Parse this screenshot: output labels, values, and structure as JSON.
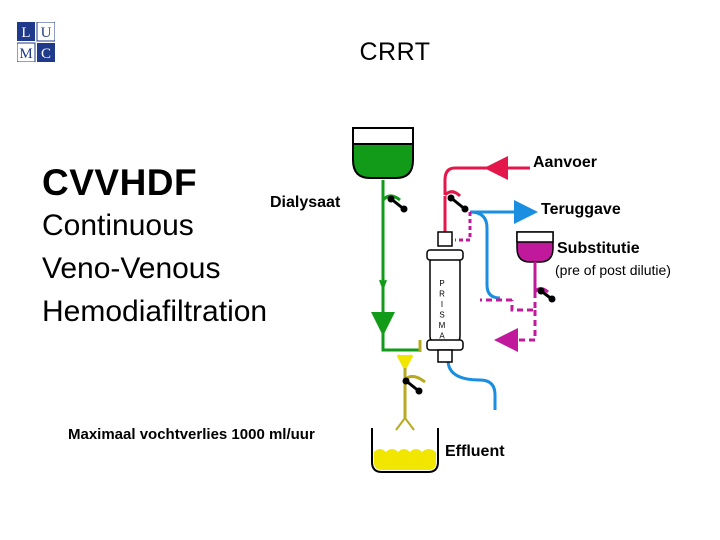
{
  "header": {
    "logo_text": "LUMC",
    "title": "CRRT"
  },
  "method": {
    "abbreviation": "CVVHDF",
    "full_name": [
      "Continuous",
      "Veno-Venous",
      "Hemodiafiltration"
    ]
  },
  "labels": {
    "dialysaat": "Dialysaat",
    "aanvoer": "Aanvoer",
    "teruggave": "Teruggave",
    "substitutie": "Substitutie",
    "dilutie": "(pre of post dilutie)",
    "effluent": "Effluent",
    "max_loss": "Maximaal vochtverlies 1000 ml/uur"
  },
  "filter_letters": [
    "P",
    "R",
    "I",
    "S",
    "M",
    "A"
  ],
  "colors": {
    "dialysate": "#119b19",
    "arterial": "#e4174b",
    "venous": "#1a8ee0",
    "substitution": "#c0199c",
    "effluent": "#f0e600",
    "effluent_line": "#b8aa20"
  }
}
